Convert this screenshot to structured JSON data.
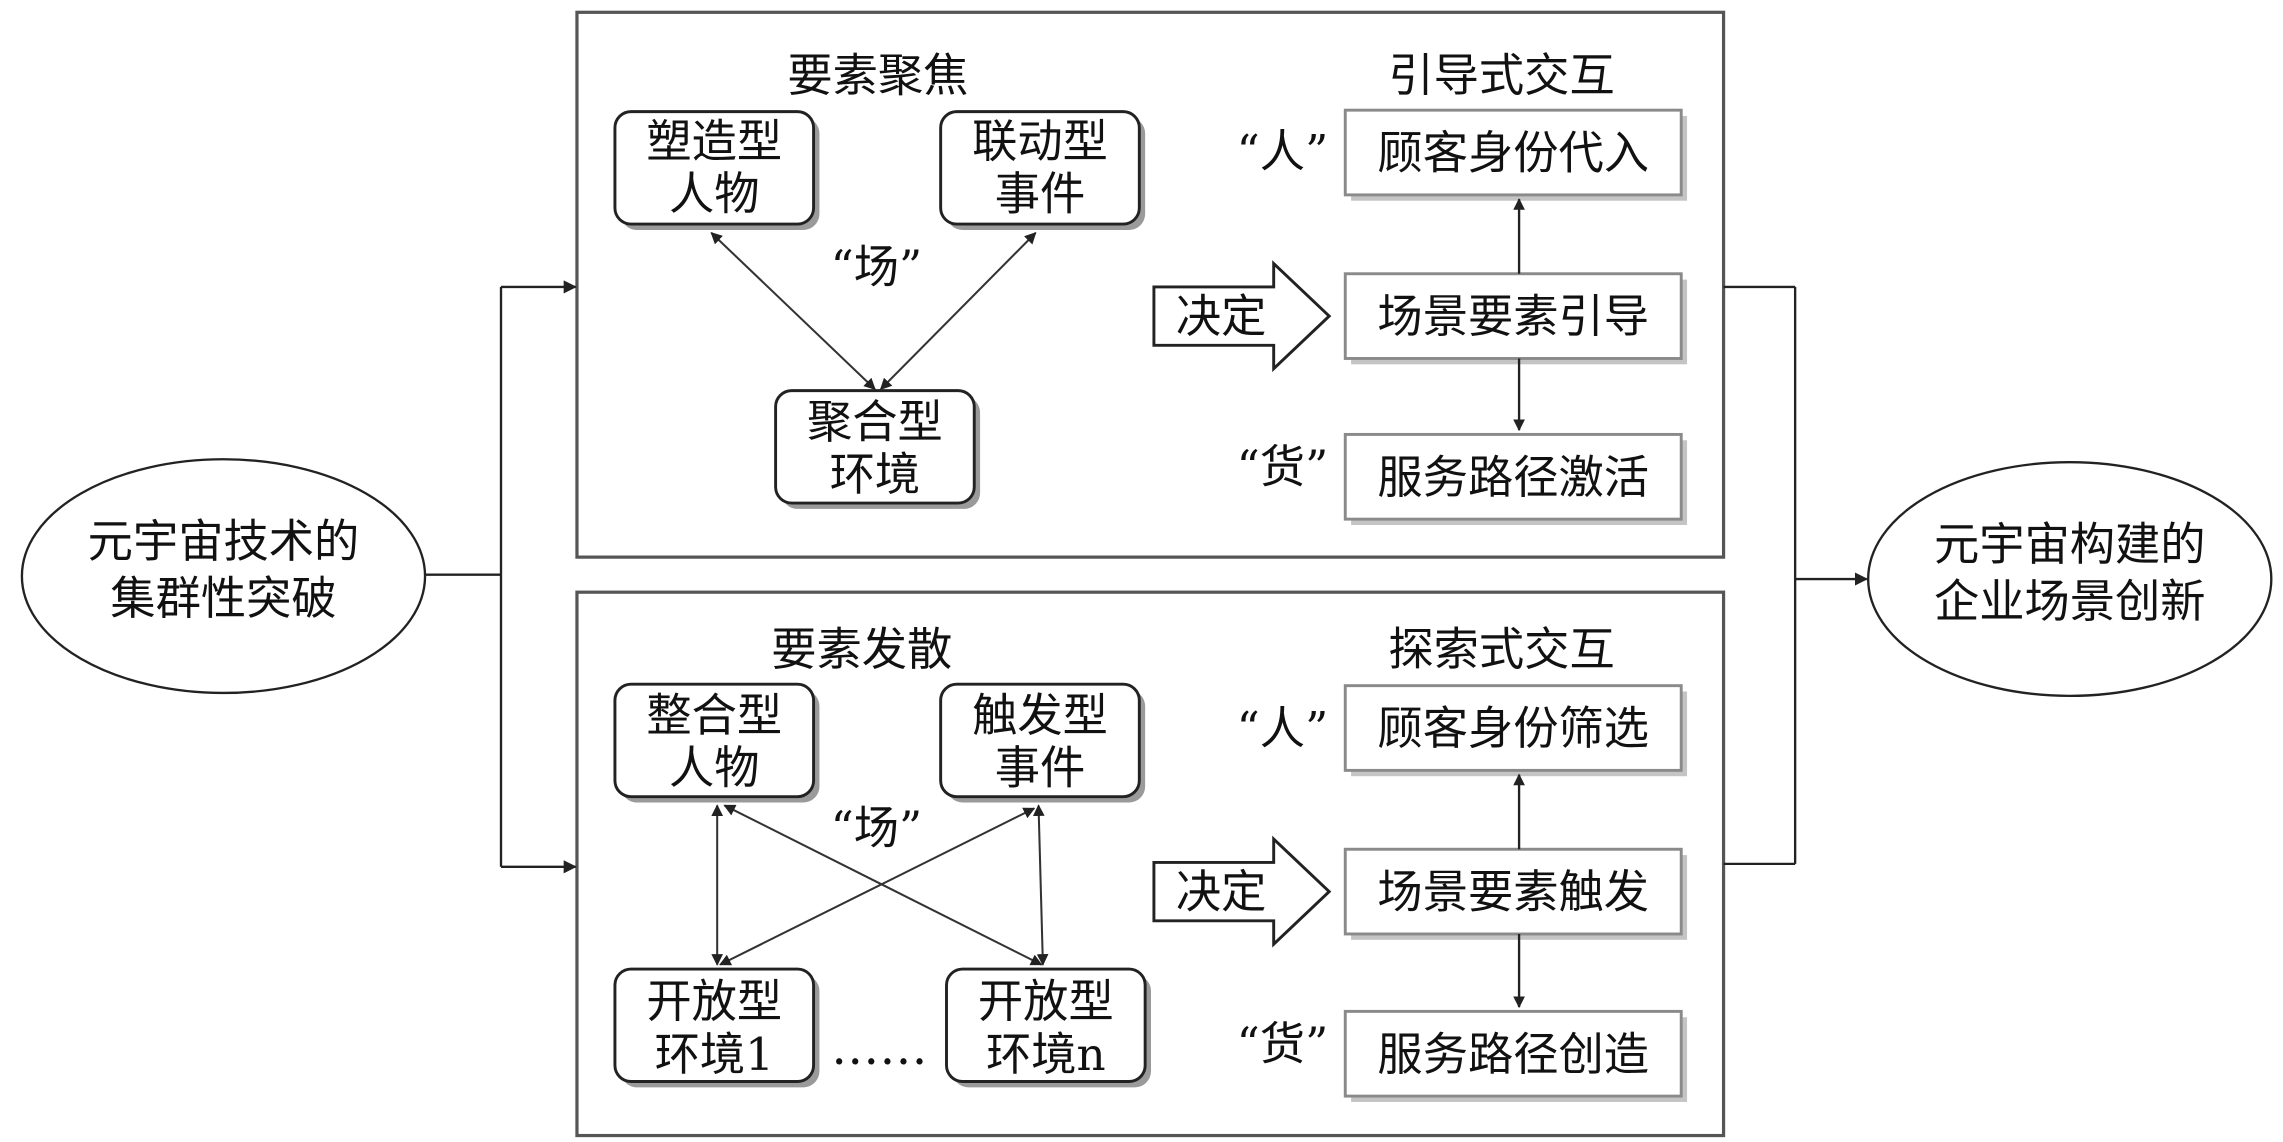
{
  "left_node": {
    "line1": "元宇宙技术的",
    "line2": "集群性突破"
  },
  "right_node": {
    "line1": "元宇宙构建的",
    "line2": "企业场景创新"
  },
  "top_panel": {
    "left_title": "要素聚焦",
    "right_title": "引导式交互",
    "person_box": {
      "line1": "塑造型",
      "line2": "人物"
    },
    "event_box": {
      "line1": "联动型",
      "line2": "事件"
    },
    "env_box": {
      "line1": "聚合型",
      "line2": "环境"
    },
    "field_label": "“场”",
    "decide_label": "决定",
    "people_label": "“人”",
    "goods_label": "“货”",
    "step_top": "顾客身份代入",
    "step_mid": "场景要素引导",
    "step_bottom": "服务路径激活"
  },
  "bottom_panel": {
    "left_title": "要素发散",
    "right_title": "探索式交互",
    "person_box": {
      "line1": "整合型",
      "line2": "人物"
    },
    "event_box": {
      "line1": "触发型",
      "line2": "事件"
    },
    "env1_box": {
      "line1": "开放型",
      "line2": "环境1"
    },
    "envn_box": {
      "line1": "开放型",
      "line2": "环境n"
    },
    "ellipsis": "……",
    "field_label": "“场”",
    "decide_label": "决定",
    "people_label": "“人”",
    "goods_label": "“货”",
    "step_top": "顾客身份筛选",
    "step_mid": "场景要素触发",
    "step_bottom": "服务路径创造"
  }
}
